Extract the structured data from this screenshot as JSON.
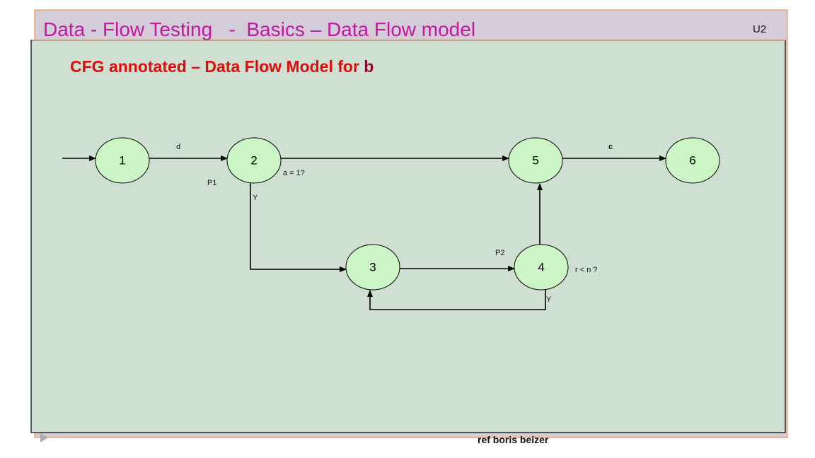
{
  "slide": {
    "title": "Data - Flow Testing   -  Basics – Data Flow model",
    "unit_tag": "U2",
    "subtitle": "CFG annotated – Data Flow Model for ",
    "subtitle_var": "b",
    "footer_ref": "ref boris beizer",
    "colors": {
      "title": "#c2189c",
      "subtitle": "#e20a0a",
      "subtitle_var": "#8c0a22",
      "panel": "#cfe0d2",
      "header_bg": "#d3cdd9",
      "node_fill": "#ccf5c6"
    }
  },
  "diagram": {
    "nodes": [
      "1",
      "2",
      "3",
      "4",
      "5",
      "6"
    ],
    "edge_labels": {
      "d": "d",
      "c": "c",
      "p1": "P1",
      "pred2": "a = 1?",
      "y2": "Y",
      "p2": "P2",
      "pred4": "r < n ?",
      "y4": "Y"
    }
  }
}
